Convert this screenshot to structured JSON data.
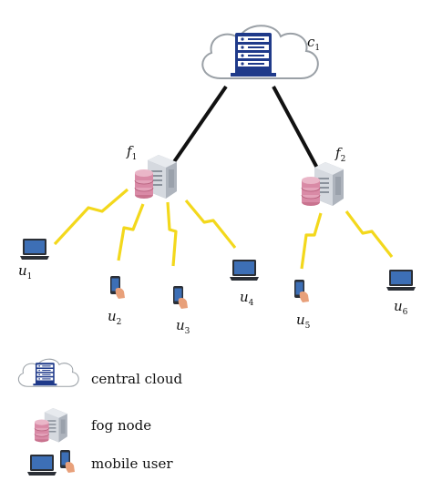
{
  "cloud": {
    "name": "c",
    "sub": "1"
  },
  "fog_nodes": [
    {
      "name": "f",
      "sub": "1"
    },
    {
      "name": "f",
      "sub": "2"
    }
  ],
  "users": [
    {
      "name": "u",
      "sub": "1",
      "device": "laptop"
    },
    {
      "name": "u",
      "sub": "2",
      "device": "phone"
    },
    {
      "name": "u",
      "sub": "3",
      "device": "phone"
    },
    {
      "name": "u",
      "sub": "4",
      "device": "laptop"
    },
    {
      "name": "u",
      "sub": "5",
      "device": "phone"
    },
    {
      "name": "u",
      "sub": "6",
      "device": "laptop"
    }
  ],
  "legend": {
    "cloud": "central cloud",
    "fog": "fog node",
    "user": "mobile user"
  },
  "colors": {
    "server_blue": "#1f3a8a",
    "link_black": "#111111",
    "wireless_yellow": "#f3d81c",
    "db_pink": "#d98aa6",
    "fog_server_gray": "#c7ccd4",
    "cloud_outline": "#9aa0a6",
    "laptop_dark": "#2b2f36",
    "laptop_screen": "#3d6fb6",
    "hand": "#e8a07a"
  }
}
